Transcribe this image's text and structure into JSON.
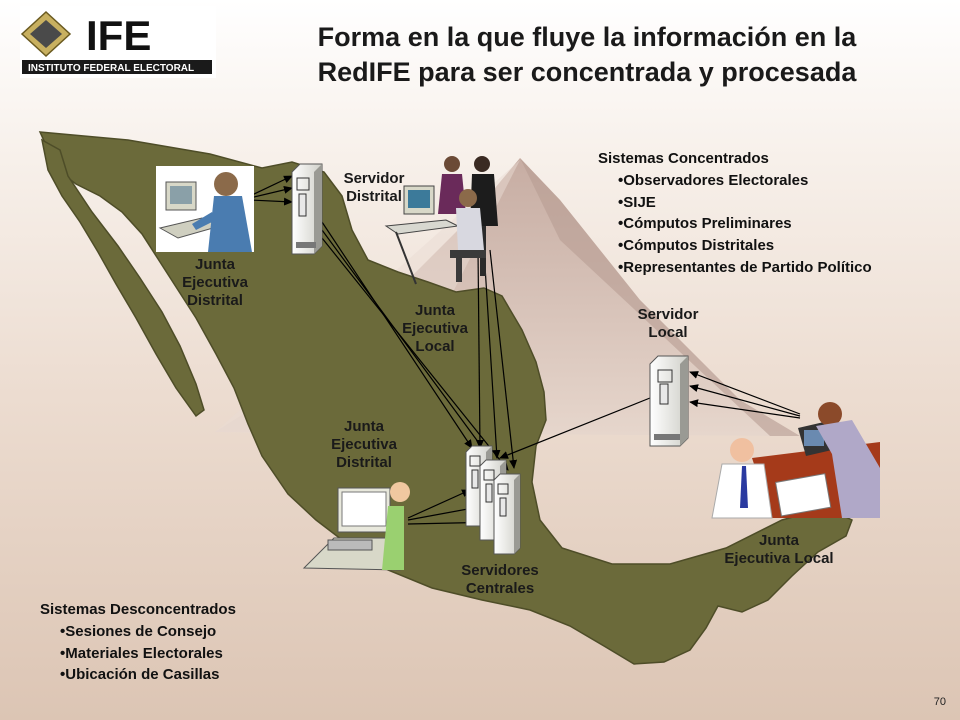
{
  "logo": {
    "initials": "IFE",
    "tagline": "INSTITUTO FEDERAL ELECTORAL"
  },
  "title": {
    "line1": "Forma en la que fluye la información en la",
    "line2": "RedIFE para ser concentrada y procesada"
  },
  "labels": {
    "jed_top": "Junta Ejecutiva Distrital",
    "servidor_distrital": "Servidor Distrital",
    "jel_center": "Junta Ejecutiva Local",
    "servidor_local": "Servidor Local",
    "jed_bottom": "Junta Ejecutiva Distrital",
    "servidores_centrales": "Servidores Centrales",
    "jel_right": "Junta Ejecutiva Local"
  },
  "concentrados": {
    "heading": "Sistemas Concentrados",
    "items": [
      "Observadores Electorales",
      "SIJE",
      "Cómputos Preliminares",
      "Cómputos Distritales",
      "Representantes de Partido Político"
    ]
  },
  "desconcentrados": {
    "heading": "Sistemas Desconcentrados",
    "items": [
      "Sesiones de Consejo",
      "Materiales Electorales",
      "Ubicación de Casillas"
    ]
  },
  "page_number": "70",
  "colors": {
    "map": "#6b6a3a",
    "map_edge": "#4e4d28",
    "mountain": "#d0b8ac",
    "arrow": "#000000",
    "server": "#f2f2ee"
  }
}
